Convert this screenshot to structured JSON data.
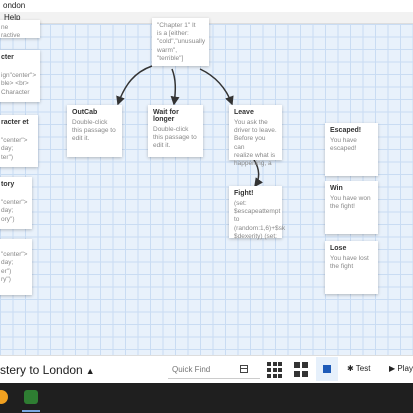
{
  "window": {
    "title": "ondon"
  },
  "menu": {
    "help": "Help"
  },
  "passages": {
    "top": {
      "text": "\"Chapter 1\" It\nis a [either:\n\"cold\",\"unusually\nwarm\",\n\"terrible\"]"
    },
    "left1": {
      "text": "ne\nractive"
    },
    "left2": {
      "title": "cter",
      "text": "\nign\"center\">\nble> <br>\nCharacter"
    },
    "left3": {
      "title": "racter\net",
      "text": "\n\"center\">\nday;\nter\")"
    },
    "left4": {
      "title": "tory",
      "text": "\n\"center\">\nday;\nory\")"
    },
    "left5": {
      "title": "",
      "text": "\n\"center\">\nday;\ner\")\nry\")"
    },
    "outcab": {
      "title": "OutCab",
      "text": "Double-click\nthis passage to\nedit it."
    },
    "wait": {
      "title": "Wait for longer",
      "text": "Double-click\nthis passage to\nedit it."
    },
    "leave": {
      "title": "Leave",
      "text": "You ask the\ndriver to leave.\nBefore you can\nrealize what is\nhappening, a"
    },
    "fight": {
      "title": "Fight!",
      "text": "(set:\n$escapeattempt\nto\n(random:1,6)+$sk\n$dexerity) (set:"
    },
    "escaped": {
      "title": "Escaped!",
      "text": "You have\nescaped!"
    },
    "win": {
      "title": "Win",
      "text": "You have won\nthe fight!"
    },
    "lose": {
      "title": "Lose",
      "text": "You have lost\nthe fight"
    }
  },
  "toolbar": {
    "story_title": "stery to London",
    "quick_find_placeholder": "Quick Find",
    "test_label": "Test",
    "play_label": "Play",
    "test_icon": "bug-icon",
    "play_icon": "play-icon"
  },
  "colors": {
    "canvas_bg": "#e8f1fb",
    "grid_line": "#c9dcf3",
    "arrow": "#333333",
    "accent": "#1e5bb8",
    "taskbar": "#1f1f1f"
  }
}
